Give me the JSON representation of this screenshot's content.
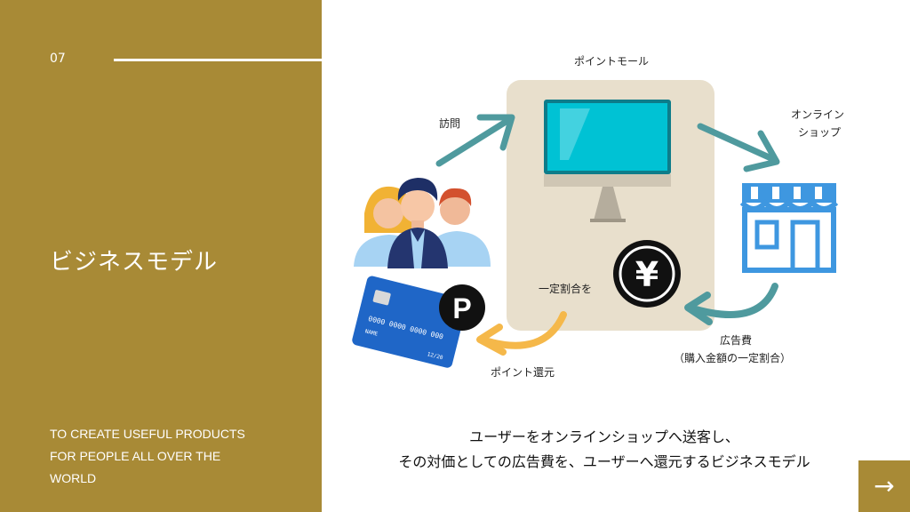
{
  "sidebar": {
    "slide_number": "07",
    "title": "ビジネスモデル",
    "tagline": [
      "TO CREATE USEFUL PRODUCTS",
      "FOR PEOPLE ALL OVER THE",
      "WORLD"
    ]
  },
  "diagram": {
    "point_mall": "ポイントモール",
    "visit": "訪問",
    "online_shop": [
      "オンライン",
      "ショップ"
    ],
    "fixed_ratio": "一定割合を",
    "ad_fee": [
      "広告費",
      "（購入金額の一定割合）"
    ],
    "point_return": "ポイント還元",
    "yen_symbol": "¥",
    "point_symbol": "P",
    "card_number_1": "0000 0000 0000 000",
    "card_name": "NAME",
    "card_expiry": "12/20"
  },
  "caption": [
    "ユーザーをオンラインショップへ送客し、",
    "その対価としての広告費を、ユーザーへ還元するビジネスモデル"
  ],
  "nav": {
    "next_arrow": "→"
  },
  "colors": {
    "gold": "#a88a36",
    "panel": "#e8dfcc",
    "teal_arrow": "#4f9a9e",
    "orange_arrow": "#f5b84a",
    "monitor": "#00bcd0",
    "shop_blue": "#3e97e0",
    "card_blue": "#1f66c7"
  }
}
